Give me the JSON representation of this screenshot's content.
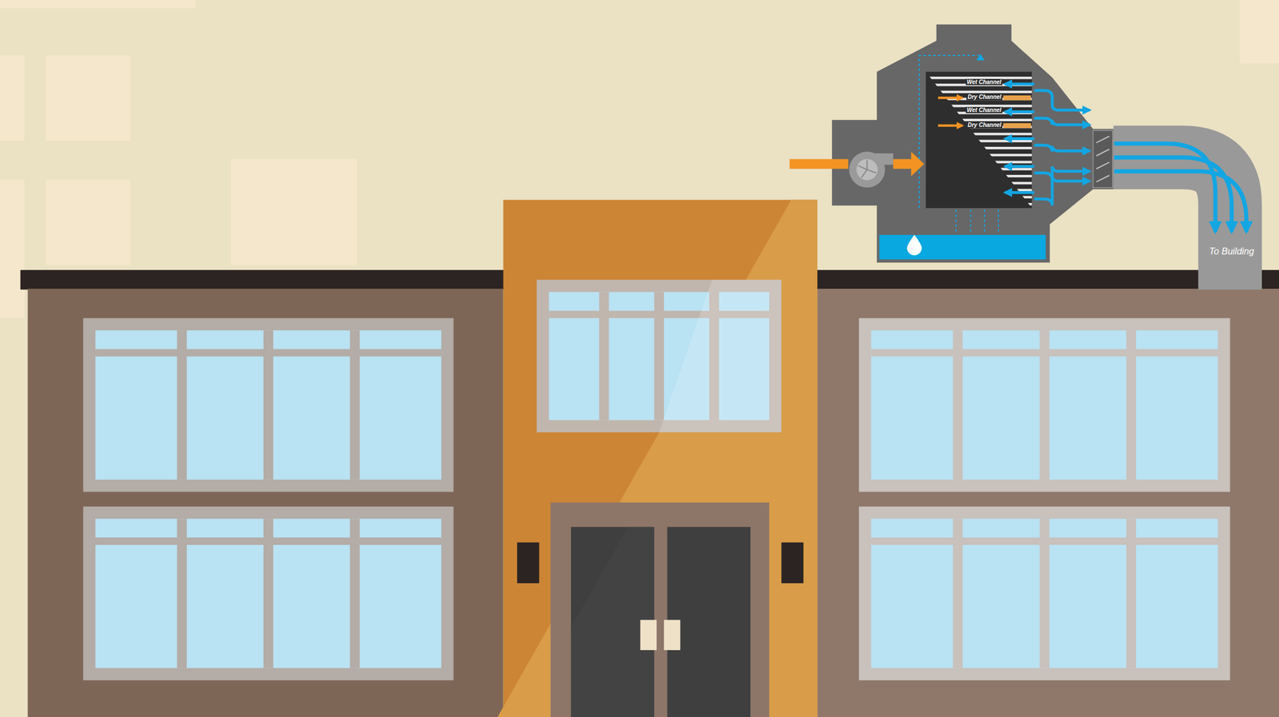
{
  "diagram": {
    "labels": [
      "Wet Channel",
      "Dry Channel",
      "Wet Channel",
      "Dry Channel",
      "To Building"
    ]
  }
}
